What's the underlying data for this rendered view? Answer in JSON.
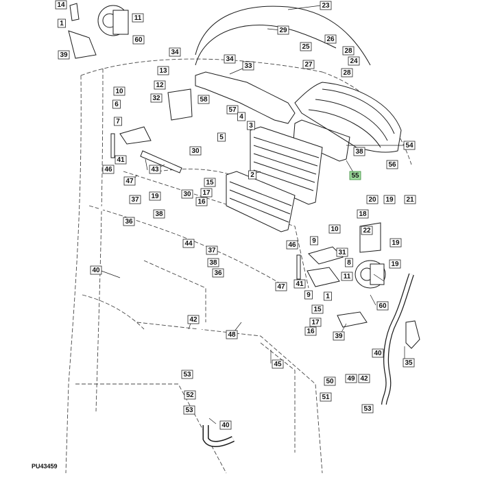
{
  "figure_id": "PU43459",
  "highlight_color": "#f5e800",
  "highlight_callout_color": "#9fdc9f",
  "callouts": [
    {
      "id": "c14",
      "label": "14"
    },
    {
      "id": "c11",
      "label": "11"
    },
    {
      "id": "c1a",
      "label": "1"
    },
    {
      "id": "c60a",
      "label": "60"
    },
    {
      "id": "c39a",
      "label": "39"
    },
    {
      "id": "c23",
      "label": "23"
    },
    {
      "id": "c29",
      "label": "29"
    },
    {
      "id": "c26",
      "label": "26"
    },
    {
      "id": "c25",
      "label": "25"
    },
    {
      "id": "c28a",
      "label": "28"
    },
    {
      "id": "c24",
      "label": "24"
    },
    {
      "id": "c27",
      "label": "27"
    },
    {
      "id": "c28b",
      "label": "28"
    },
    {
      "id": "c34a",
      "label": "34"
    },
    {
      "id": "c34b",
      "label": "34"
    },
    {
      "id": "c33",
      "label": "33"
    },
    {
      "id": "c13",
      "label": "13"
    },
    {
      "id": "c12",
      "label": "12"
    },
    {
      "id": "c10a",
      "label": "10"
    },
    {
      "id": "c6",
      "label": "6"
    },
    {
      "id": "c32",
      "label": "32"
    },
    {
      "id": "c58",
      "label": "58"
    },
    {
      "id": "c57",
      "label": "57"
    },
    {
      "id": "c4",
      "label": "4"
    },
    {
      "id": "c3",
      "label": "3"
    },
    {
      "id": "c7",
      "label": "7"
    },
    {
      "id": "c5",
      "label": "5"
    },
    {
      "id": "c54",
      "label": "54"
    },
    {
      "id": "c38a",
      "label": "38"
    },
    {
      "id": "c56",
      "label": "56"
    },
    {
      "id": "c55",
      "label": "55",
      "highlight": true
    },
    {
      "id": "c41a",
      "label": "41"
    },
    {
      "id": "c46a",
      "label": "46"
    },
    {
      "id": "c43",
      "label": "43"
    },
    {
      "id": "c30a",
      "label": "30"
    },
    {
      "id": "c2",
      "label": "2"
    },
    {
      "id": "c47a",
      "label": "47"
    },
    {
      "id": "c19a",
      "label": "19"
    },
    {
      "id": "c30b",
      "label": "30"
    },
    {
      "id": "c15a",
      "label": "15"
    },
    {
      "id": "c17a",
      "label": "17"
    },
    {
      "id": "c16a",
      "label": "16"
    },
    {
      "id": "c37a",
      "label": "37"
    },
    {
      "id": "c38b",
      "label": "38"
    },
    {
      "id": "c36a",
      "label": "36"
    },
    {
      "id": "c20",
      "label": "20"
    },
    {
      "id": "c19b",
      "label": "19"
    },
    {
      "id": "c21",
      "label": "21"
    },
    {
      "id": "c18",
      "label": "18"
    },
    {
      "id": "c10b",
      "label": "10"
    },
    {
      "id": "c9a",
      "label": "9"
    },
    {
      "id": "c22",
      "label": "22"
    },
    {
      "id": "c19c",
      "label": "19"
    },
    {
      "id": "c40a",
      "label": "40"
    },
    {
      "id": "c44",
      "label": "44"
    },
    {
      "id": "c46b",
      "label": "46"
    },
    {
      "id": "c31",
      "label": "31"
    },
    {
      "id": "c8",
      "label": "8"
    },
    {
      "id": "c37b",
      "label": "37"
    },
    {
      "id": "c38c",
      "label": "38"
    },
    {
      "id": "c36b",
      "label": "36"
    },
    {
      "id": "c41b",
      "label": "41"
    },
    {
      "id": "c47b",
      "label": "47"
    },
    {
      "id": "c11b",
      "label": "11"
    },
    {
      "id": "c19d",
      "label": "19"
    },
    {
      "id": "c9b",
      "label": "9"
    },
    {
      "id": "c15b",
      "label": "15"
    },
    {
      "id": "c1b",
      "label": "1"
    },
    {
      "id": "c60b",
      "label": "60"
    },
    {
      "id": "c42a",
      "label": "42"
    },
    {
      "id": "c48",
      "label": "48"
    },
    {
      "id": "c17b",
      "label": "17"
    },
    {
      "id": "c16b",
      "label": "16"
    },
    {
      "id": "c39b",
      "label": "39"
    },
    {
      "id": "c35",
      "label": "35"
    },
    {
      "id": "c40b",
      "label": "40"
    },
    {
      "id": "c45",
      "label": "45"
    },
    {
      "id": "c53a",
      "label": "53"
    },
    {
      "id": "c52",
      "label": "52"
    },
    {
      "id": "c53b",
      "label": "53"
    },
    {
      "id": "c50",
      "label": "50"
    },
    {
      "id": "c49",
      "label": "49"
    },
    {
      "id": "c42b",
      "label": "42"
    },
    {
      "id": "c51",
      "label": "51"
    },
    {
      "id": "c40c",
      "label": "40"
    },
    {
      "id": "c53c",
      "label": "53"
    }
  ]
}
